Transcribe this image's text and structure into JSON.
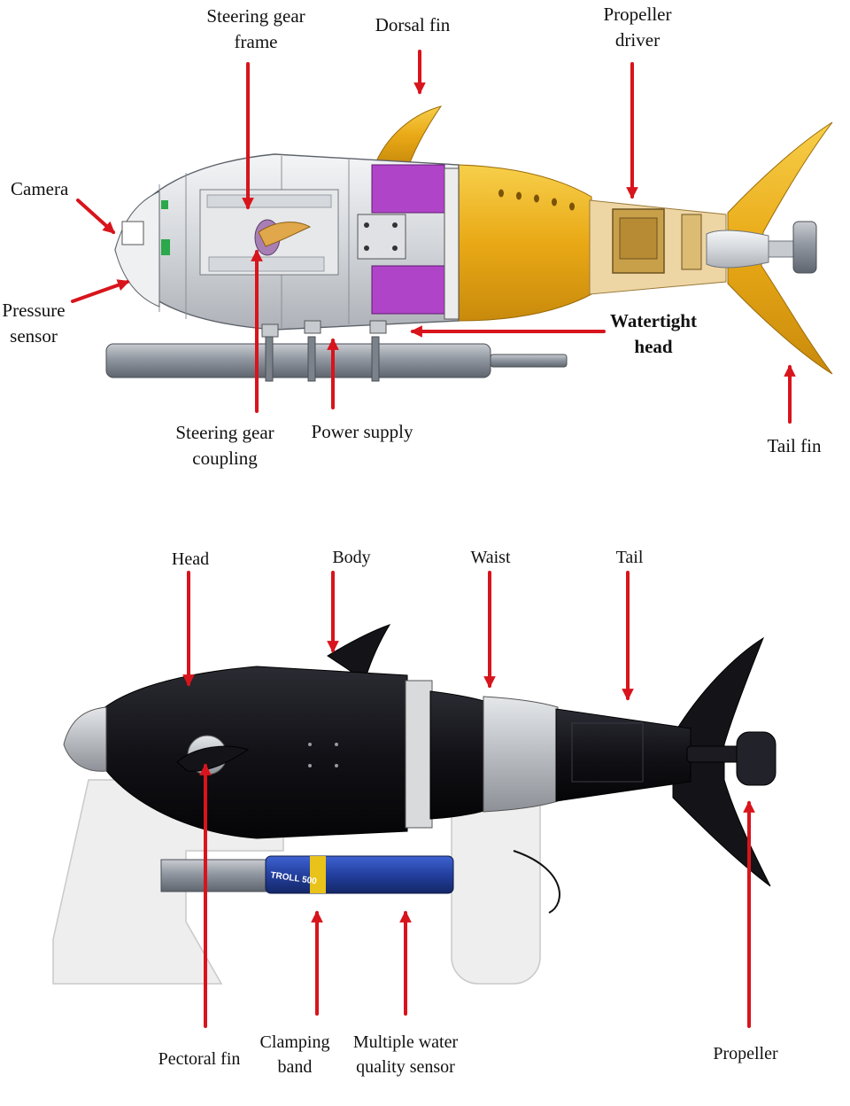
{
  "colors": {
    "arrow": "#d8141c",
    "fin_yellow": "#eab21a",
    "shell_silver": "#dadcdf",
    "inner_purple": "#b044c8",
    "prototype_black": "#17171d",
    "stand_white": "#eeeeee",
    "sensor_blue": "#2643a8"
  },
  "top_diagram": {
    "labels": {
      "steering_gear_frame": [
        "Steering gear",
        "frame"
      ],
      "dorsal_fin": [
        "Dorsal fin"
      ],
      "propeller_driver": [
        "Propeller",
        "driver"
      ],
      "camera": [
        "Camera"
      ],
      "pressure_sensor": [
        "Pressure",
        "sensor"
      ],
      "watertight_head": [
        "Watertight",
        "head"
      ],
      "steering_gear_coupling": [
        "Steering gear",
        "coupling"
      ],
      "power_supply": [
        "Power supply"
      ],
      "tail_fin": [
        "Tail fin"
      ]
    }
  },
  "bottom_diagram": {
    "labels": {
      "head": [
        "Head"
      ],
      "body": [
        "Body"
      ],
      "waist": [
        "Waist"
      ],
      "tail": [
        "Tail"
      ],
      "pectoral_fin": [
        "Pectoral fin"
      ],
      "clamping_band": [
        "Clamping",
        "band"
      ],
      "multiple_water_quality_sensor": [
        "Multiple water",
        "quality sensor"
      ],
      "propeller": [
        "Propeller"
      ]
    },
    "sensor_brand_text": "TROLL 500"
  }
}
